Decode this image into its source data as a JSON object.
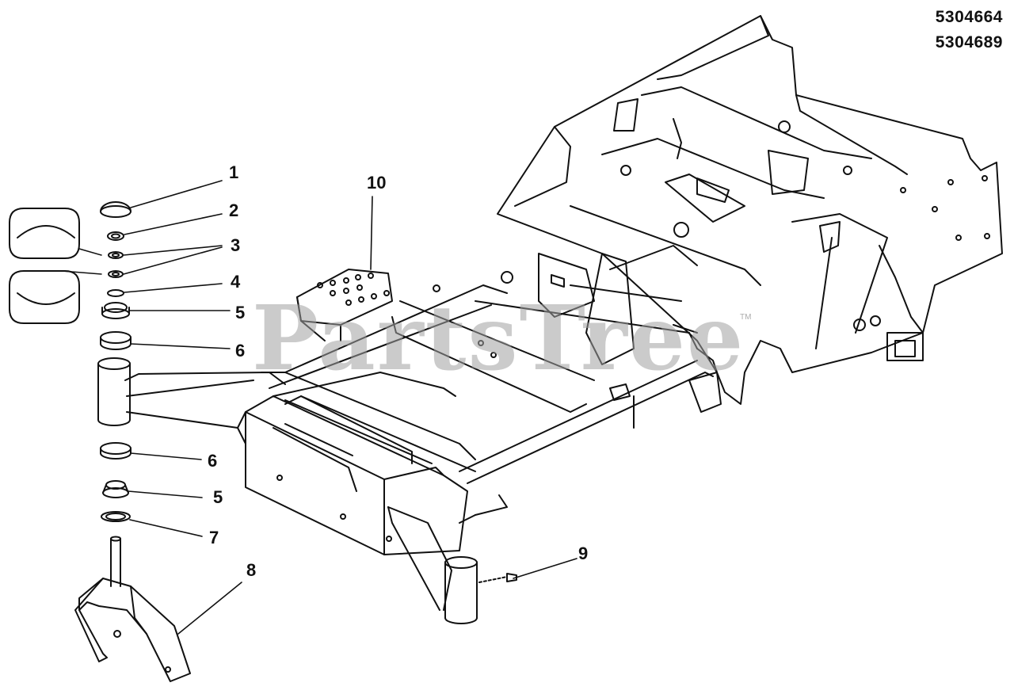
{
  "model_numbers": [
    "5304664",
    "5304689"
  ],
  "watermark": {
    "text": "PartsTree",
    "trademark": "TM"
  },
  "callouts": {
    "c1": "1",
    "c2": "2",
    "c3": "3",
    "c4": "4",
    "c5a": "5",
    "c6a": "6",
    "c6b": "6",
    "c5b": "5",
    "c7": "7",
    "c8": "8",
    "c9": "9",
    "c10": "10"
  },
  "colors": {
    "line": "#111111",
    "watermark": "#a0a0a0",
    "background": "#ffffff"
  }
}
